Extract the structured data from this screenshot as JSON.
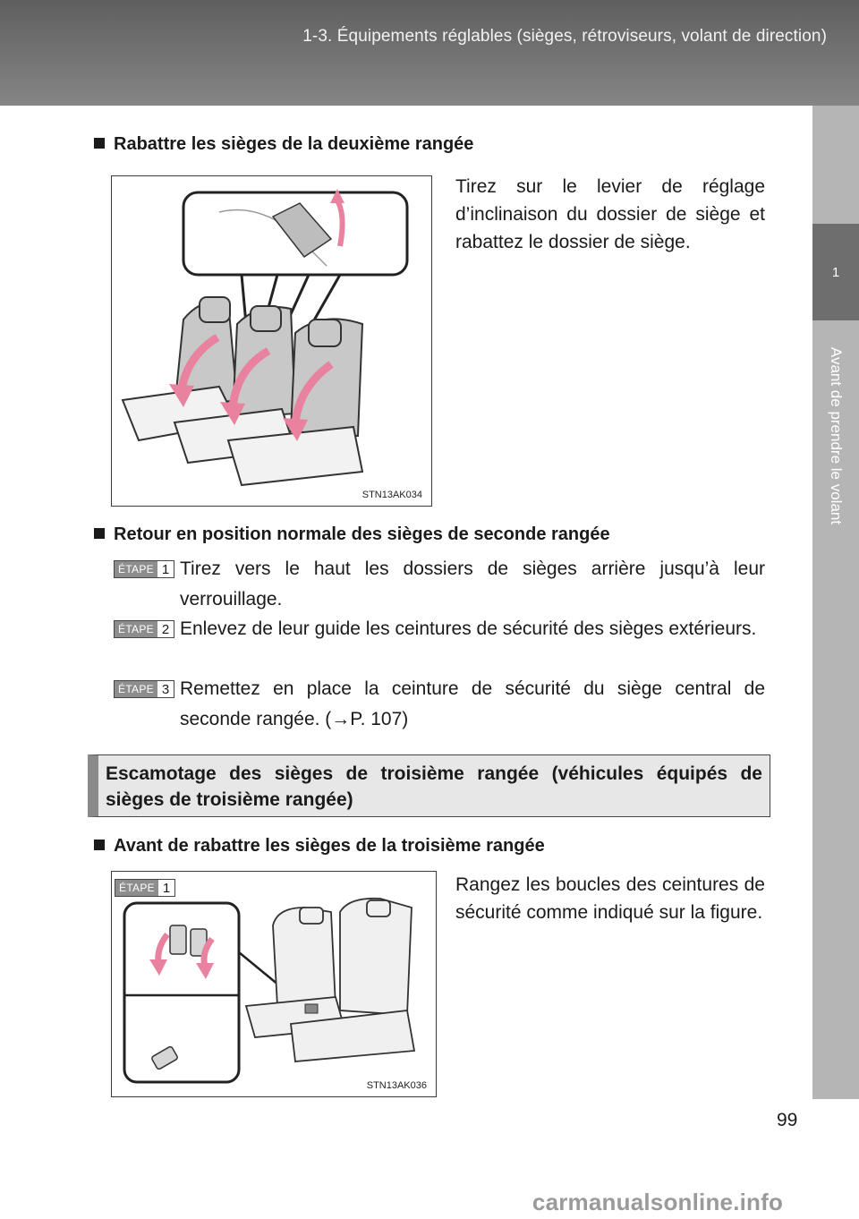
{
  "header": {
    "title": "1-3. Équipements réglables (sièges, rétroviseurs, volant de direction)"
  },
  "side_tab": {
    "number": "1",
    "label": "Avant de prendre le volant"
  },
  "section1": {
    "heading": "Rabattre les sièges de la deuxième rangée",
    "text": "Tirez sur le levier de réglage d’inclinaison du dossier de siège et rabattez le dossier de siège.",
    "figure_code": "STN13AK034"
  },
  "section2": {
    "heading": "Retour en position normale des sièges de seconde rangée",
    "step_word": "ÉTAPE",
    "steps": [
      {
        "num": "1",
        "text": "Tirez vers le haut les dossiers de sièges arrière jusqu’à leur verrouillage."
      },
      {
        "num": "2",
        "text": "Enlevez de leur guide les ceintures de sécurité des sièges extérieurs."
      },
      {
        "num": "3",
        "text": "Remettez en place la ceinture de sécurité du siège central de seconde rangée. (→P. 107)"
      }
    ]
  },
  "section_box": {
    "title": "Escamotage des sièges de troisième rangée (véhicules équipés de sièges de troisième rangée)"
  },
  "section3": {
    "heading": "Avant de rabattre les sièges de la troisième rangée",
    "text": "Rangez les boucles des ceintures de sécurité comme indiqué sur la figure.",
    "step_word": "ÉTAPE",
    "step_num": "1",
    "figure_code": "STN13AK036"
  },
  "page_number": "99",
  "watermark": "carmanualsonline.info",
  "colors": {
    "header": "#6d6d6d",
    "side_tab": "#b5b5b5",
    "arrow": "#e8829f",
    "seat": "#c8c8c8"
  }
}
